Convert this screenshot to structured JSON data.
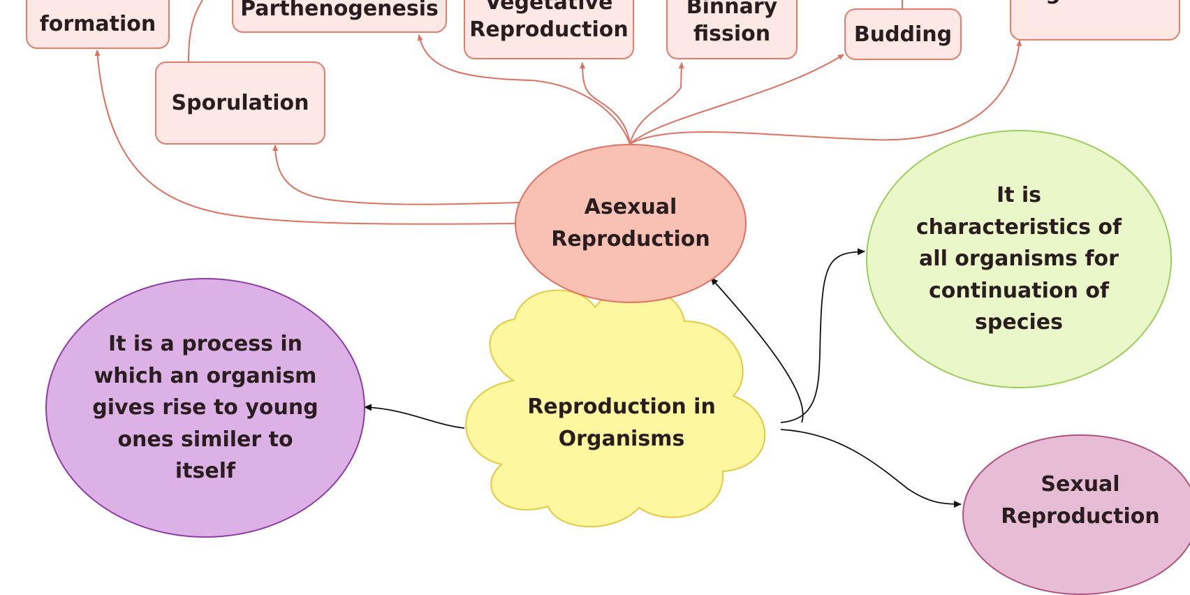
{
  "center": {
    "label": "Reproduction in Organisms"
  },
  "definition": {
    "text": "It is a process in which an organism gives rise to young ones similer to itself"
  },
  "characteristic": {
    "text": "It is characteristics of all organisms for continuation of species"
  },
  "asexual": {
    "label": "Asexual Reproduction"
  },
  "sexual": {
    "label": "Sexual Reproduction"
  },
  "asexual_types": {
    "formation": "formation",
    "sporulation": "Sporulation",
    "parthenogenesis": "Parthenogenesis",
    "vegetative": "Vegetative Reproduction",
    "binary_fission": "Binnary fission",
    "budding": "Budding",
    "regeneration": "Regeneration"
  },
  "colors": {
    "cloud": "#fdf7a0",
    "asexual_node": "#f8c1b4",
    "asexual_connector": "#e07060",
    "type_box": "#fde8e5",
    "characteristic_node": "#e9f7c9",
    "definition_node": "#dcb1e5",
    "sexual_node": "#e7bdd5"
  }
}
